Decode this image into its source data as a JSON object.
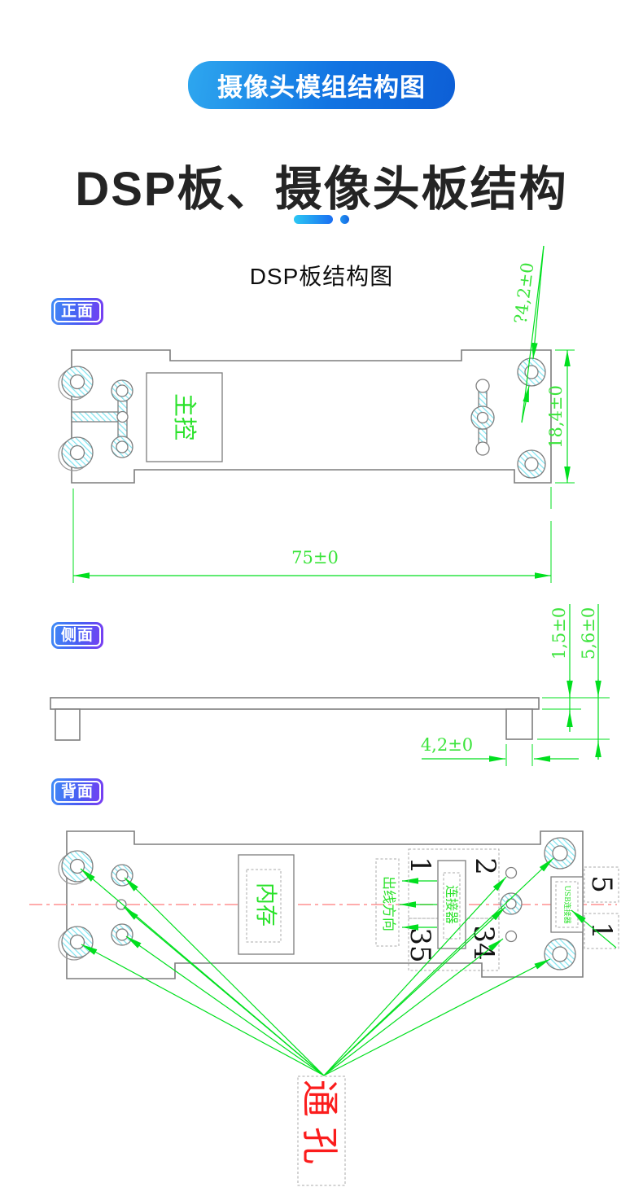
{
  "header": {
    "badge": "摄像头模组结构图",
    "title": "DSP板、摄像头板结构",
    "subtitle": "DSP板结构图"
  },
  "views": {
    "front_label": "正面",
    "side_label": "侧面",
    "back_label": "背面"
  },
  "front_view": {
    "mcu_label": "主控",
    "dim_hole_diameter": "?4,2±0",
    "dim_height": "18,4±0",
    "dim_width": "75±0"
  },
  "side_view": {
    "dim_thickness": "1,5±0",
    "dim_total_height": "5,6±0",
    "dim_leg_width": "4,2±0"
  },
  "back_view": {
    "memory_label": "内存",
    "connector_label": "连接器",
    "wire_direction_label": "出线方向",
    "usb_label": "USB连接器",
    "pins": {
      "p1": "1",
      "p2": "2",
      "p35": "35",
      "p34": "34"
    },
    "usb_pins": {
      "p5": "5",
      "p1": "1"
    },
    "through_hole_label": "通孔"
  },
  "colors": {
    "badge_gradient_start": "#2EA7EF",
    "badge_gradient_end": "#0D5FD6",
    "view_pill_gradient_start": "#3F8DF6",
    "view_pill_gradient_end": "#7B3CF2",
    "cad_green": "#00DF1E",
    "cad_text_green": "#3CE43C",
    "hatch_cyan": "#7FE4F0",
    "centerline_red": "#FF9090",
    "through_hole_red": "#FB1C1C",
    "outline_gray": "#7D7D7D",
    "title_black": "#242424"
  }
}
